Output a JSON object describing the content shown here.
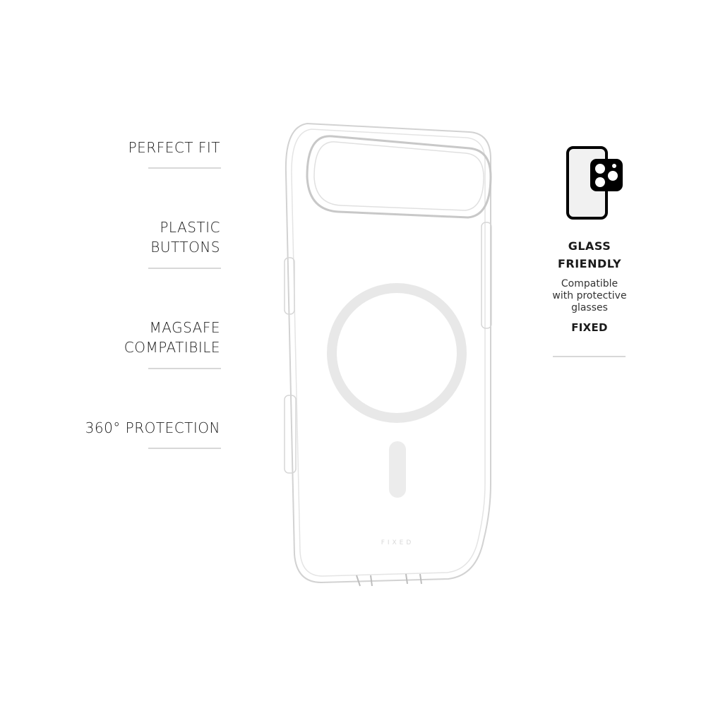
{
  "features": [
    {
      "label": "PERFECT FIT"
    },
    {
      "label": "PLASTIC\nBUTTONS"
    },
    {
      "label": "MAGSAFE\nCOMPATIBILE"
    },
    {
      "label": "360° PROTECTION"
    }
  ],
  "glass_friendly": {
    "icon": "phone-with-camera-protector-icon",
    "title": "GLASS\nFRIENDLY",
    "description": "Compatible\nwith protective\nglasses",
    "brand": "FIXED"
  },
  "product": {
    "engraving": "FIXED",
    "colors": {
      "outline": "#cfcfcf",
      "magsafe_ring": "#e6e6e6",
      "divider": "#d8d8d8"
    }
  }
}
